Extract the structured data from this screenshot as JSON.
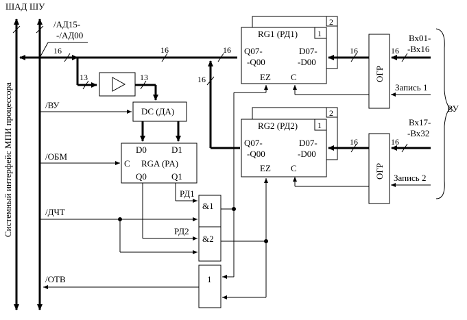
{
  "buses": {
    "shad": "ШАД",
    "shu": "ШУ",
    "system_interface": "Системный интерфейс МПИ процессора"
  },
  "signals": {
    "ad": [
      "/АД15-",
      "-/АД00"
    ],
    "vu": "/ВУ",
    "obm": "/ОБМ",
    "dcht": "/ДЧТ",
    "otv": "/ОТВ"
  },
  "widths": {
    "w16": "16",
    "w13": "13"
  },
  "blocks": {
    "dc": "DC (ДА)",
    "rga": {
      "title": "RGA (PA)",
      "d0": "D0",
      "d1": "D1",
      "c": "C",
      "q0": "Q0",
      "q1": "Q1"
    },
    "rg1": {
      "title": "RG1 (РД1)",
      "tag1": "1",
      "tag2": "2",
      "q": [
        "Q07-",
        "-Q00"
      ],
      "d": [
        "D07-",
        "-D00"
      ],
      "ez": "EZ",
      "c": "C"
    },
    "rg2": {
      "title": "RG2 (РД2)",
      "tag1": "1",
      "tag2": "2",
      "q": [
        "Q07-",
        "-Q00"
      ],
      "d": [
        "D07-",
        "-D00"
      ],
      "ez": "EZ",
      "c": "C"
    },
    "and1": "&1",
    "and2": "&2",
    "or": "1",
    "ogr": "ОГР"
  },
  "labels": {
    "rd1": "РД1",
    "rd2": "РД2",
    "input1": [
      "Вх01-",
      "-Вх16"
    ],
    "input2": [
      "Вх17-",
      "-Вх32"
    ],
    "write1": "Запись 1",
    "write2": "Запись 2",
    "vu": "ВУ"
  }
}
